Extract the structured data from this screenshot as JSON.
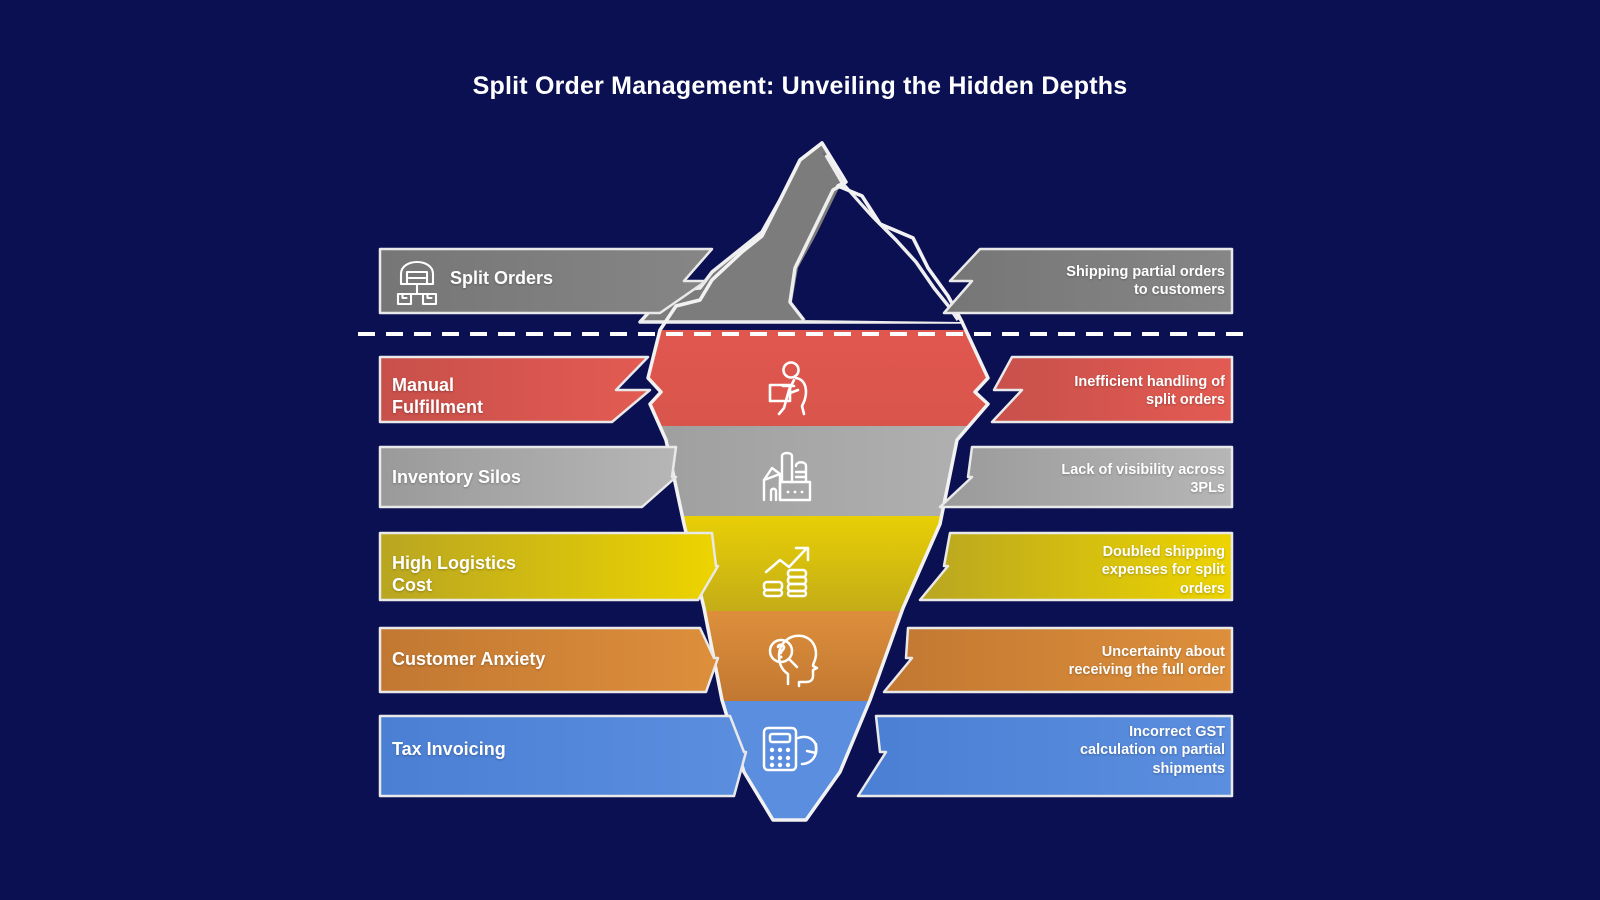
{
  "page": {
    "title": "Split Order Management: Unveiling the Hidden Depths",
    "background_color": "#0b1053"
  },
  "waterline": {
    "style": "dashed",
    "color": "#ffffff"
  },
  "layers": [
    {
      "id": "split-orders",
      "position": "above-water",
      "left_label": "Split Orders",
      "right_label": "Shipping partial orders\nto customers",
      "icon": "warehouse-icon",
      "center_icon": "",
      "color": "#7c7c7c",
      "color_end": "#7c7c7c"
    },
    {
      "id": "manual-fulfillment",
      "position": "below-water",
      "left_label": "Manual\nFulfillment",
      "right_label": "Inefficient handling of\nsplit orders",
      "icon": "",
      "center_icon": "worker-carrying-box-icon",
      "color": "#c8504b",
      "color_end": "#e35b52"
    },
    {
      "id": "inventory-silos",
      "position": "below-water",
      "left_label": "Inventory Silos",
      "right_label": "Lack of visibility across\n3PLs",
      "icon": "",
      "center_icon": "warehouse-facility-icon",
      "color": "#9a9a9a",
      "color_end": "#b4b4b4"
    },
    {
      "id": "high-logistics-cost",
      "position": "below-water",
      "left_label": "High Logistics\nCost",
      "right_label": "Doubled shipping\nexpenses for split\norders",
      "icon": "",
      "center_icon": "growth-chart-coins-icon",
      "color": "#b9a621",
      "color_end": "#edd400"
    },
    {
      "id": "customer-anxiety",
      "position": "below-water",
      "left_label": "Customer Anxiety",
      "right_label": "Uncertainty about\nreceiving the full order",
      "icon": "",
      "center_icon": "head-question-icon",
      "color": "#c27832",
      "color_end": "#dd8f3b"
    },
    {
      "id": "tax-invoicing",
      "position": "below-water",
      "left_label": "Tax Invoicing",
      "right_label": "Incorrect GST\ncalculation on partial\nshipments",
      "icon": "",
      "center_icon": "calculator-refresh-icon",
      "color": "#4a7fd4",
      "color_end": "#5b8ede"
    }
  ]
}
